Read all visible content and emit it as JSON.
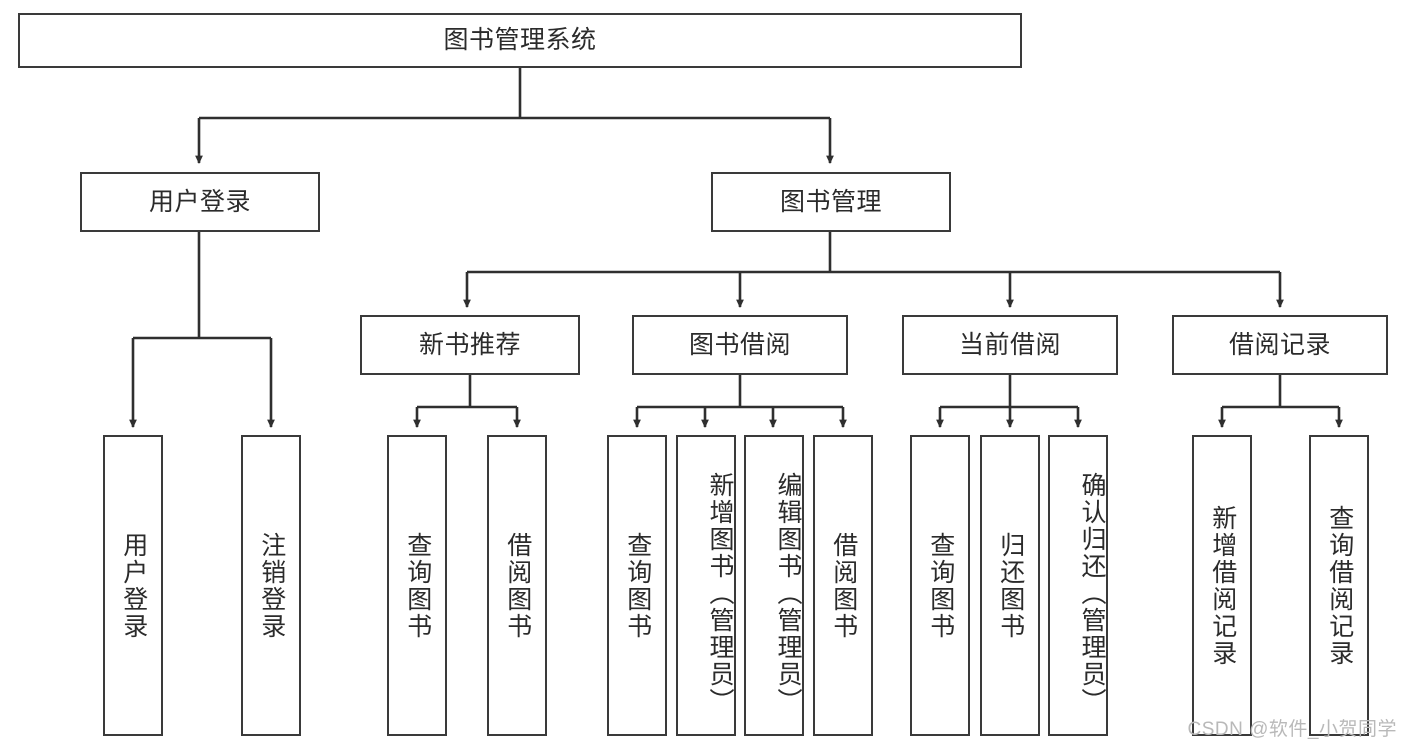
{
  "diagram": {
    "title": "图书管理系统",
    "type": "tree",
    "watermark": "CSDN @软件_小贺同学",
    "colors": {
      "box_border": "#3a3a3a",
      "box_fill": "#ffffff",
      "edge": "#2f2f2f",
      "text": "#2b2b2b",
      "watermark": "#b9b9b9",
      "background": "#ffffff"
    },
    "root": {
      "id": "root",
      "label": "图书管理系统"
    },
    "level1": [
      {
        "id": "user-login",
        "label": "用户登录"
      },
      {
        "id": "book-manage",
        "label": "图书管理"
      }
    ],
    "level2": [
      {
        "id": "new-book-rec",
        "label": "新书推荐",
        "parent": "book-manage"
      },
      {
        "id": "book-borrow",
        "label": "图书借阅",
        "parent": "book-manage"
      },
      {
        "id": "current-borrow",
        "label": "当前借阅",
        "parent": "book-manage"
      },
      {
        "id": "borrow-record",
        "label": "借阅记录",
        "parent": "book-manage"
      }
    ],
    "leaves": [
      {
        "id": "leaf-user-login",
        "label": "用户登录",
        "parent": "user-login"
      },
      {
        "id": "leaf-user-logout",
        "label": "注销登录",
        "parent": "user-login"
      },
      {
        "id": "leaf-query-book-1",
        "label": "查询图书",
        "parent": "new-book-rec"
      },
      {
        "id": "leaf-borrow-book-1",
        "label": "借阅图书",
        "parent": "new-book-rec"
      },
      {
        "id": "leaf-query-book-2",
        "label": "查询图书",
        "parent": "book-borrow"
      },
      {
        "id": "leaf-add-book",
        "label": "新增图书（管理员）",
        "parent": "book-borrow"
      },
      {
        "id": "leaf-edit-book",
        "label": "编辑图书（管理员）",
        "parent": "book-borrow"
      },
      {
        "id": "leaf-borrow-book-2",
        "label": "借阅图书",
        "parent": "book-borrow"
      },
      {
        "id": "leaf-query-book-3",
        "label": "查询图书",
        "parent": "current-borrow"
      },
      {
        "id": "leaf-return-book",
        "label": "归还图书",
        "parent": "current-borrow"
      },
      {
        "id": "leaf-confirm-return",
        "label": "确认归还（管理员）",
        "parent": "current-borrow"
      },
      {
        "id": "leaf-add-record",
        "label": "新增借阅记录",
        "parent": "borrow-record"
      },
      {
        "id": "leaf-query-record",
        "label": "查询借阅记录",
        "parent": "borrow-record"
      }
    ]
  }
}
